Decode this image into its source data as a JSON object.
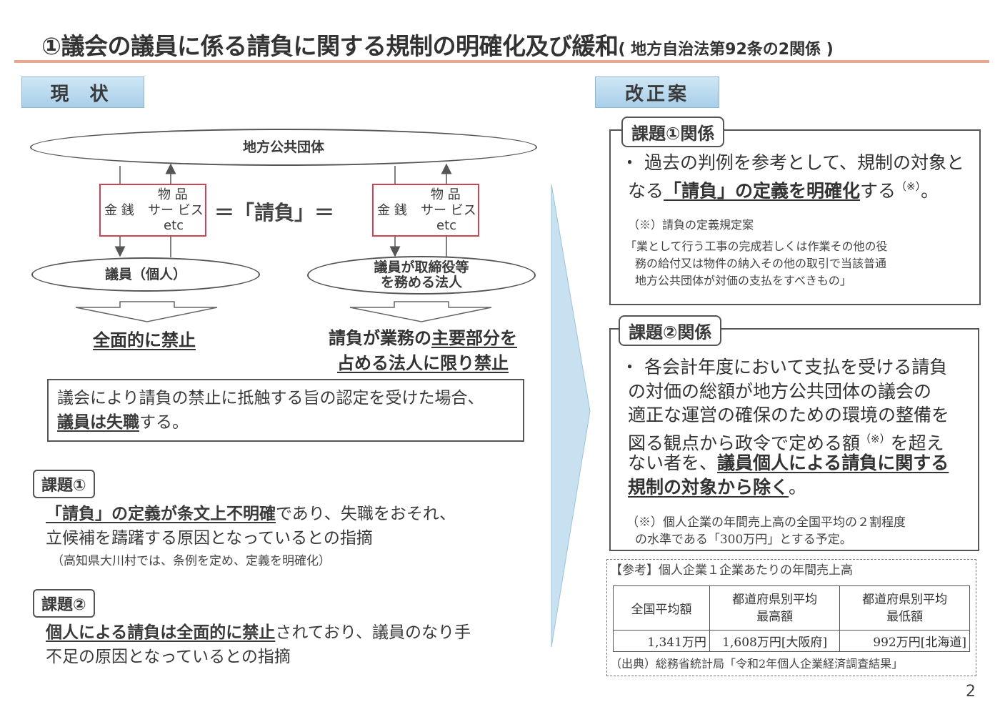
{
  "title": {
    "main": "①議会の議員に係る請負に関する規制の明確化及び緩和",
    "sub": "( 地方自治法第92条の2関係 )"
  },
  "left": {
    "header": "現 状",
    "top_ellipse": "地方公共団体",
    "money_box": {
      "money": "金 銭",
      "goods": "物 品",
      "service": "サー ビス",
      "etc": "etc"
    },
    "equal_text": "＝「請負」＝",
    "ellipse_individual": "議員（個人）",
    "ellipse_corporate_l1": "議員が取締役等",
    "ellipse_corporate_l2": "を務める法人",
    "result_left": "全面的に禁止",
    "result_right_l1_a": "請負が業務の",
    "result_right_l1_b": "主要部分を",
    "result_right_l2": "占める法人に限り禁止",
    "notice_l1": "議会により請負の禁止に抵触する旨の認定を受けた場合、",
    "notice_l2_bold": "議員は失職",
    "notice_l2_rest": "する。",
    "kadai1": {
      "tag": "課題①",
      "l1_bold": "「請負」の定義が条文上不明確",
      "l1_rest": "であり、失職をおそれ、",
      "l2": "立候補を躊躇する原因となっているとの指摘",
      "l3": "（高知県大川村では、条例を定め、定義を明確化）"
    },
    "kadai2": {
      "tag": "課題②",
      "l1_bold": "個人による請負は全面的に禁止",
      "l1_rest": "されており、議員のなり手",
      "l2": "不足の原因となっているとの指摘"
    }
  },
  "right": {
    "header": "改正案",
    "box1": {
      "tag": "課題①関係",
      "l1": "・ 過去の判例を参考として、規制の対象と",
      "l2_pre": "なる",
      "l2_bold": "「請負」の定義を明確化",
      "l2_post": "する",
      "l2_note": "（※）",
      "l2_end": "。",
      "note_head": "（※）請負の定義規定案",
      "note_l1": "「業として行う工事の完成若しくは作業その他の役",
      "note_l2": "務の給付又は物件の納入その他の取引で当該普通",
      "note_l3": "地方公共団体が対価の支払をすべきもの」"
    },
    "box2": {
      "tag": "課題②関係",
      "l1": "・ 各会計年度において支払を受ける請負",
      "l2": "の対価の総額が地方公共団体の議会の",
      "l3": "適正な運営の確保のための環境の整備を",
      "l4_pre": "図る観点から政令で定める額",
      "l4_note": "（※）",
      "l4_post": "を超え",
      "l5_pre": "ない者を、",
      "l5_bold": "議員個人による請負に関する",
      "l6_bold": "規制の対象から除く",
      "l6_end": "。",
      "note_l1": "（※）個人企業の年間売上高の全国平均の２割程度",
      "note_l2": "の水準である「300万円」とする予定。"
    },
    "ref": {
      "head": "【参考】個人企業１企業あたりの年間売上高",
      "col1": "全国平均額",
      "col2_l1": "都道府県別平均",
      "col2_l2": "最高額",
      "col3_l1": "都道府県別平均",
      "col3_l2": "最低額",
      "val1": "1,341万円",
      "val2": "1,608万円[大阪府]",
      "val3": "992万円[北海道]",
      "source": "（出典）総務省統計局「令和2年個人企業経済調査結果」"
    }
  },
  "page_number": "2"
}
